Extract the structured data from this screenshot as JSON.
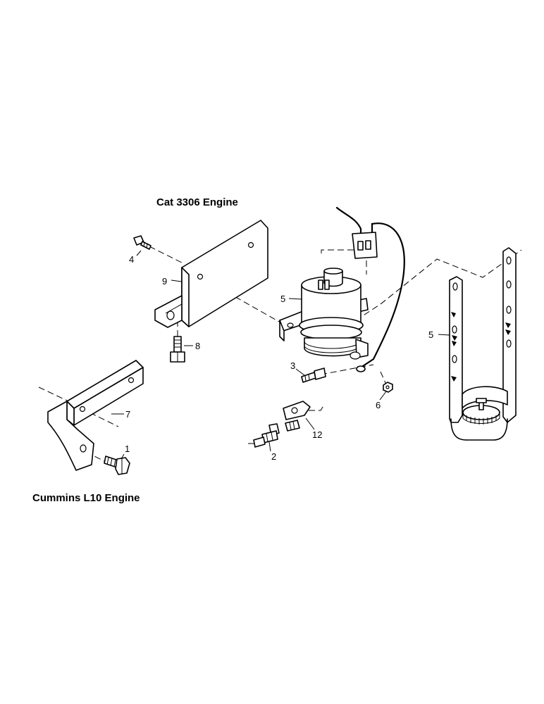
{
  "headings": {
    "cat": "Cat 3306 Engine",
    "cummins": "Cummins L10 Engine"
  },
  "callouts": {
    "c1": "1",
    "c2": "2",
    "c3": "3",
    "c4": "4",
    "c5_pump": "5",
    "c5_bracket": "5",
    "c6": "6",
    "c7": "7",
    "c8": "8",
    "c9": "9",
    "c12": "12"
  }
}
